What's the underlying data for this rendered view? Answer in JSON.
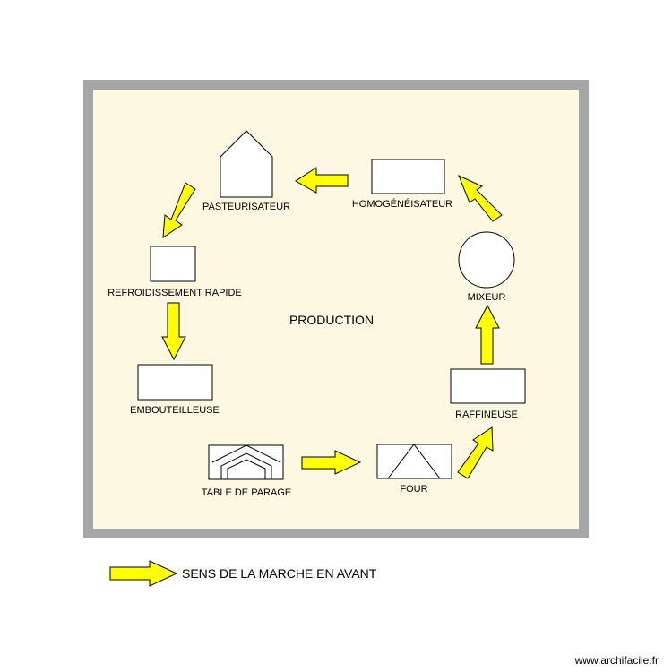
{
  "room": {
    "label": "PRODUCTION",
    "wall_color": "#a6a6a6",
    "floor_color": "#fdf8e1"
  },
  "equipment": [
    {
      "id": "pasteurisateur",
      "label": "PASTEURISATEUR",
      "icon": "house-pentagon"
    },
    {
      "id": "homogeneisateur",
      "label": "HOMOGÉNÉISATEUR",
      "icon": "rectangle"
    },
    {
      "id": "refroidissement",
      "label": "REFROIDISSEMENT RAPIDE",
      "icon": "rectangle"
    },
    {
      "id": "mixeur",
      "label": "MIXEUR",
      "icon": "circle"
    },
    {
      "id": "embouteilleuse",
      "label": "EMBOUTEILLEUSE",
      "icon": "rectangle"
    },
    {
      "id": "raffineuse",
      "label": "RAFFINEUSE",
      "icon": "rectangle"
    },
    {
      "id": "table-parage",
      "label": "TABLE DE PARAGE",
      "icon": "chevron-rectangle"
    },
    {
      "id": "four",
      "label": "FOUR",
      "icon": "triangle-rectangle"
    }
  ],
  "arrow_color": "#ffff00",
  "legend": {
    "label": "SENS DE LA MARCHE EN AVANT"
  },
  "credit": "www.archifacile.fr"
}
